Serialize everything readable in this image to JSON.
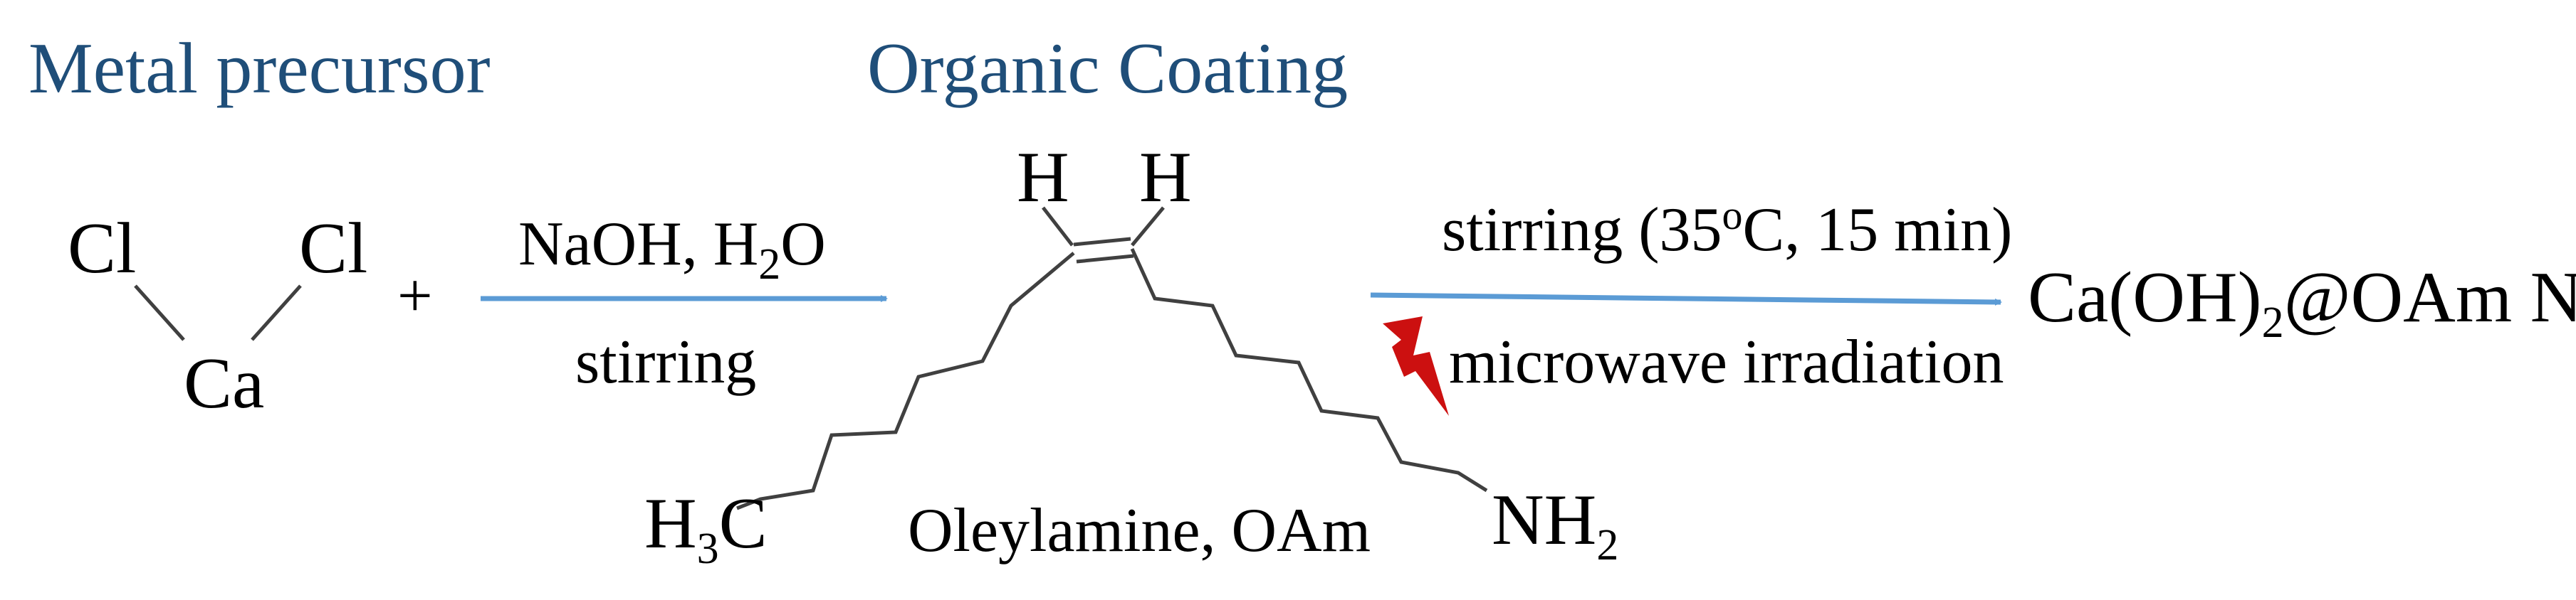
{
  "colors": {
    "heading": "#1f4e79",
    "arrow": "#5b9bd5",
    "plus": "#5b9bd5",
    "bond": "#404040",
    "lightning": "#cc1010"
  },
  "headings": {
    "metal_precursor": "Metal precursor",
    "organic_coating": "Organic Coating"
  },
  "precursor": {
    "atom_left": "Cl",
    "atom_right": "Cl",
    "atom_center": "Ca"
  },
  "plus_sign": "+",
  "step1": {
    "reagent_main": "NaOH, H",
    "reagent_sub": "2",
    "reagent_end": "O",
    "condition": "stirring"
  },
  "oleylamine": {
    "h_left": "H",
    "h_right": "H",
    "ch3_main": "H",
    "ch3_sub": "3",
    "ch3_end": "C",
    "nh2_main": "NH",
    "nh2_sub": "2",
    "name": "Oleylamine, OAm"
  },
  "step2": {
    "cond_start": "stirring (35",
    "cond_sup": "o",
    "cond_end": "C, 15 min)",
    "method": "microwave irradiation",
    "method_icon": "lightning-bolt-icon"
  },
  "product": {
    "main": "Ca(OH)",
    "sub": "2",
    "end": "@OAm NPs"
  }
}
